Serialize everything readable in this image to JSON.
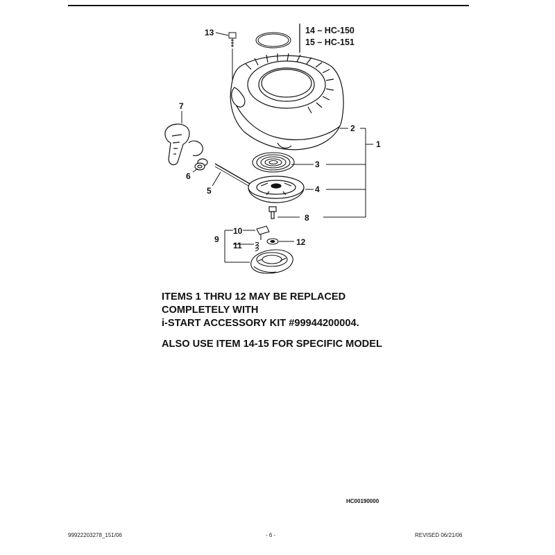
{
  "callouts": [
    "13",
    "7",
    "6",
    "5",
    "9",
    "10",
    "11",
    "12",
    "8",
    "4",
    "3",
    "2",
    "1"
  ],
  "models": [
    "14 – HC-150",
    "15 – HC-151"
  ],
  "notes": {
    "line1": "ITEMS 1 THRU 12 MAY BE REPLACED",
    "line2": "COMPLETELY WITH",
    "line3": "i-START ACCESSORY KIT #99944200004.",
    "line4": "ALSO USE ITEM 14-15  FOR SPECIFIC MODEL"
  },
  "footer": {
    "code": "HC00190000",
    "doc_number": "99922203278_151/06",
    "page": "- 6 -",
    "revised": "REVISED 06/21/06"
  }
}
